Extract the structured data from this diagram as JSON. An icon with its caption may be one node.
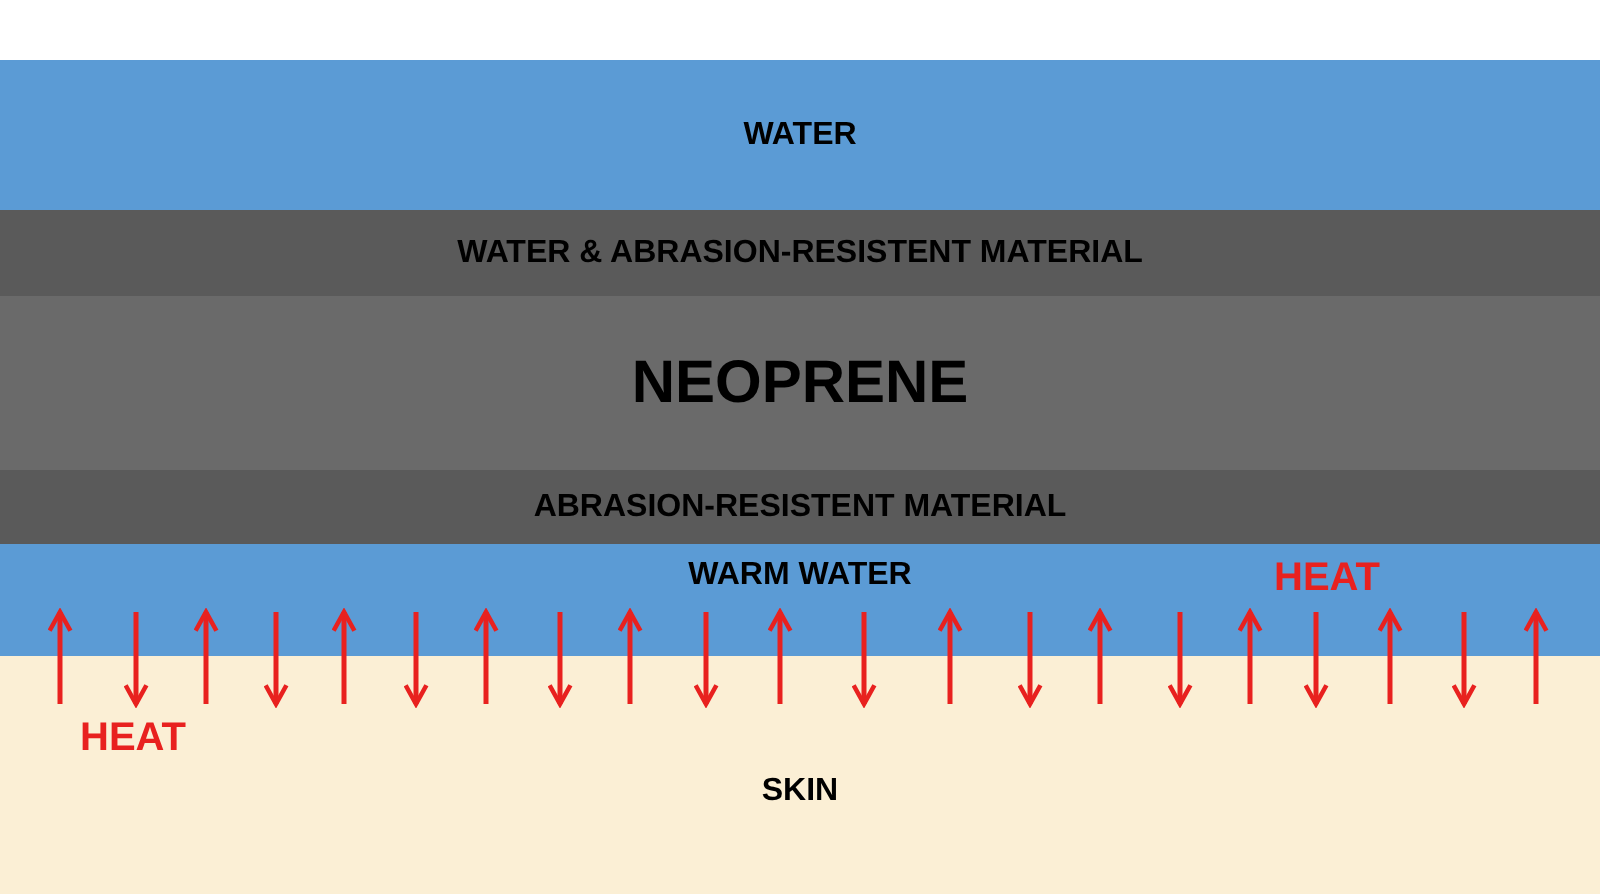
{
  "diagram": {
    "nodes": [
      {
        "text": [
          "WATER"
        ]
      },
      {
        "text": [
          "WATER & ABRASION-RESISTENT MATERIAL"
        ]
      },
      {
        "text": [
          "NEOPRENE"
        ]
      },
      {
        "text": [
          "ABRASION-RESISTENT MATERIAL"
        ]
      },
      {
        "text": [
          "WARM WATER"
        ]
      },
      {
        "text": [
          "SKIN"
        ]
      }
    ],
    "edges": [
      {
        "from": 5,
        "to": 4,
        "arrow": "to"
      },
      {
        "from": 4,
        "to": 5,
        "arrow": "to"
      },
      {
        "from": 5,
        "to": 4,
        "arrow": "to"
      },
      {
        "from": 4,
        "to": 5,
        "arrow": "to"
      },
      {
        "from": 5,
        "to": 4,
        "arrow": "to"
      },
      {
        "from": 4,
        "to": 5,
        "arrow": "to"
      },
      {
        "from": 5,
        "to": 4,
        "arrow": "to"
      },
      {
        "from": 4,
        "to": 5,
        "arrow": "to"
      },
      {
        "from": 5,
        "to": 4,
        "arrow": "to"
      },
      {
        "from": 4,
        "to": 5,
        "arrow": "to"
      },
      {
        "from": 5,
        "to": 4,
        "arrow": "to"
      },
      {
        "from": 4,
        "to": 5,
        "arrow": "to"
      },
      {
        "from": 5,
        "to": 4,
        "arrow": "to"
      },
      {
        "from": 4,
        "to": 5,
        "arrow": "to"
      },
      {
        "from": 5,
        "to": 4,
        "arrow": "to"
      },
      {
        "from": 4,
        "to": 5,
        "arrow": "to"
      },
      {
        "from": 5,
        "to": 4,
        "arrow": "to"
      },
      {
        "from": 4,
        "to": 5,
        "arrow": "to"
      },
      {
        "from": 5,
        "to": 4,
        "arrow": "to"
      },
      {
        "from": 4,
        "to": 5,
        "arrow": "to"
      },
      {
        "from": 5,
        "to": 4,
        "arrow": "to"
      }
    ],
    "labels": [
      "HEAT",
      "HEAT"
    ]
  }
}
